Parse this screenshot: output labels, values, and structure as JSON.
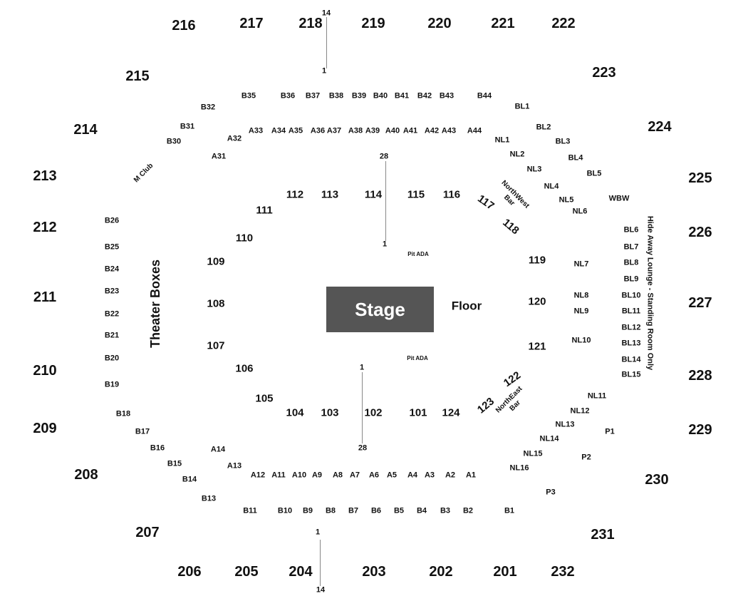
{
  "stage": {
    "label": "Stage"
  },
  "floor": {
    "label": "Floor"
  },
  "pit_ada": [
    "Pit ADA",
    "Pit ADA"
  ],
  "areas": {
    "theater_boxes": "Theater Boxes",
    "m_club": "M Club",
    "northwest_bar": [
      "NorthWest",
      "Bar"
    ],
    "northeast_bar": [
      "NorthEast",
      "Bar"
    ],
    "wbw": "WBW",
    "hide_away": "Hide Away Lounge - Standing Room Only"
  },
  "upper_sections": [
    "201",
    "202",
    "203",
    "204",
    "205",
    "206",
    "207",
    "208",
    "209",
    "210",
    "211",
    "212",
    "213",
    "214",
    "215",
    "216",
    "217",
    "218",
    "219",
    "220",
    "221",
    "222",
    "223",
    "224",
    "225",
    "226",
    "227",
    "228",
    "229",
    "230",
    "231",
    "232"
  ],
  "lower_sections": [
    "101",
    "102",
    "103",
    "104",
    "105",
    "106",
    "107",
    "108",
    "109",
    "110",
    "111",
    "112",
    "113",
    "114",
    "115",
    "116",
    "117",
    "118",
    "119",
    "120",
    "121",
    "122",
    "123",
    "124"
  ],
  "boxes": {
    "b_upper": [
      "B32",
      "B35",
      "B36",
      "B37",
      "B38",
      "B39",
      "B40",
      "B41",
      "B42",
      "B43",
      "B44",
      "B31",
      "B30"
    ],
    "a_upper": [
      "A33",
      "A34",
      "A35",
      "A36",
      "A37",
      "A38",
      "A39",
      "A40",
      "A41",
      "A42",
      "A43",
      "A44",
      "A32",
      "A31"
    ],
    "bl": [
      "BL1",
      "BL2",
      "BL3",
      "BL4",
      "BL5",
      "BL6",
      "BL7",
      "BL8",
      "BL9",
      "BL10",
      "BL11",
      "BL12",
      "BL13",
      "BL14",
      "BL15"
    ],
    "nl": [
      "NL1",
      "NL2",
      "NL3",
      "NL4",
      "NL5",
      "NL6",
      "NL7",
      "NL8",
      "NL9",
      "NL10",
      "NL11",
      "NL12",
      "NL13",
      "NL14",
      "NL15",
      "NL16"
    ],
    "b_side": [
      "B26",
      "B25",
      "B24",
      "B23",
      "B22",
      "B21",
      "B20",
      "B19",
      "B18",
      "B17",
      "B16",
      "B15",
      "B14",
      "B13"
    ],
    "a_lower": [
      "A14",
      "A13",
      "A12",
      "A11",
      "A10",
      "A9",
      "A8",
      "A7",
      "A6",
      "A5",
      "A4",
      "A3",
      "A2",
      "A1"
    ],
    "b_lower": [
      "B11",
      "B10",
      "B9",
      "B8",
      "B7",
      "B6",
      "B5",
      "B4",
      "B3",
      "B2",
      "B1"
    ],
    "p": [
      "P1",
      "P2",
      "P3"
    ]
  },
  "row_labels": {
    "top_aisle": [
      "14",
      "1"
    ],
    "center_aisle_top": [
      "28",
      "1"
    ],
    "center_aisle_bottom": [
      "1",
      "28"
    ],
    "bottom_aisle": [
      "1",
      "14"
    ]
  }
}
